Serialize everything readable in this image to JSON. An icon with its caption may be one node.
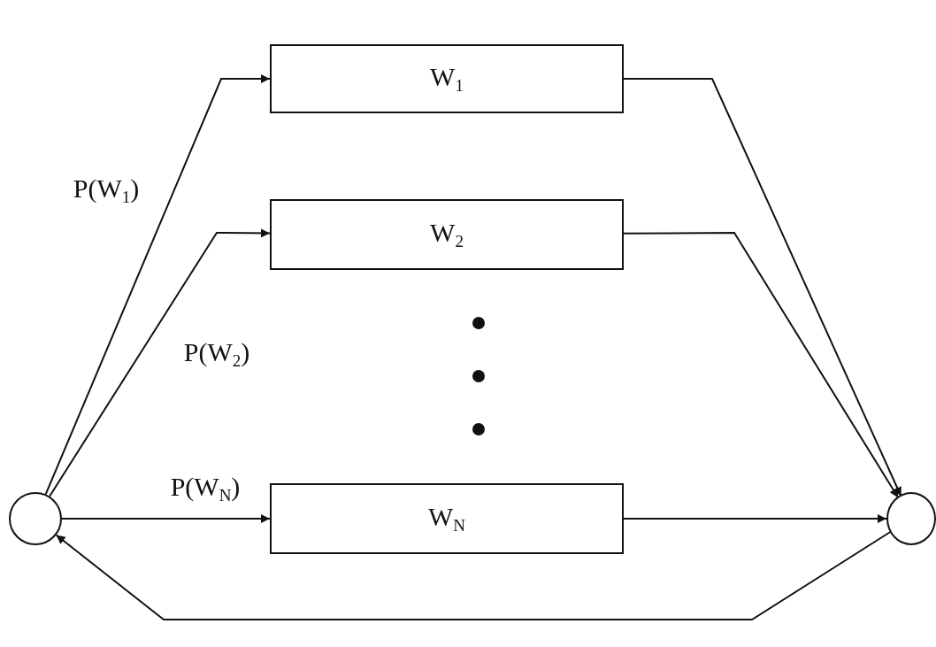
{
  "diagram": {
    "nodes": [
      {
        "text": [],
        "shape": "circle"
      },
      {
        "text": [
          "W$_{1}$"
        ]
      },
      {
        "text": [
          "W$_{2}$"
        ]
      },
      {
        "text": [
          "W$_{N}$"
        ]
      },
      {
        "text": [],
        "shape": "circle"
      }
    ],
    "edges": [
      {
        "from": 0,
        "to": 1,
        "arrow": "to",
        "label": "P(W$_{1}$)"
      },
      {
        "from": 0,
        "to": 2,
        "arrow": "to",
        "label": "P(W$_{2}$)"
      },
      {
        "from": 0,
        "to": 3,
        "arrow": "to",
        "label": "P(W$_{N}$)"
      },
      {
        "from": 1,
        "to": 4,
        "arrow": "to"
      },
      {
        "from": 2,
        "to": 4,
        "arrow": "to"
      },
      {
        "from": 3,
        "to": 4,
        "arrow": "to"
      },
      {
        "from": 4,
        "to": 0,
        "arrow": "to"
      }
    ]
  }
}
